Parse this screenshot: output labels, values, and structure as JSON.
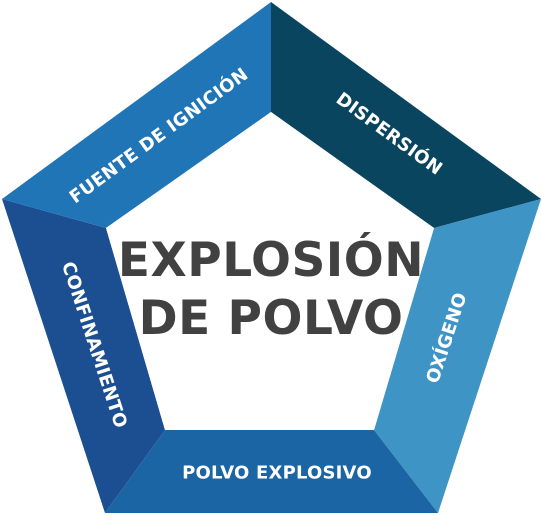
{
  "center": {
    "line1": "EXPLOSIÓN",
    "line2": "DE POLVO"
  },
  "segments": [
    {
      "id": "dispersion",
      "label": "DISPERSIÓN",
      "color": "#0a4560"
    },
    {
      "id": "oxigeno",
      "label": "OXÍGENO",
      "color": "#3f94c6"
    },
    {
      "id": "polvo-explosivo",
      "label": "POLVO EXPLOSIVO",
      "color": "#1c65a4"
    },
    {
      "id": "confinamiento",
      "label": "CONFINAMIENTO",
      "color": "#1c4f92"
    },
    {
      "id": "fuente-de-ignicion",
      "label": "FUENTE DE IGNICIÓN",
      "color": "#2075b6"
    }
  ],
  "colors": {
    "background": "#ffffff",
    "title": "#414141",
    "label": "#ffffff"
  }
}
